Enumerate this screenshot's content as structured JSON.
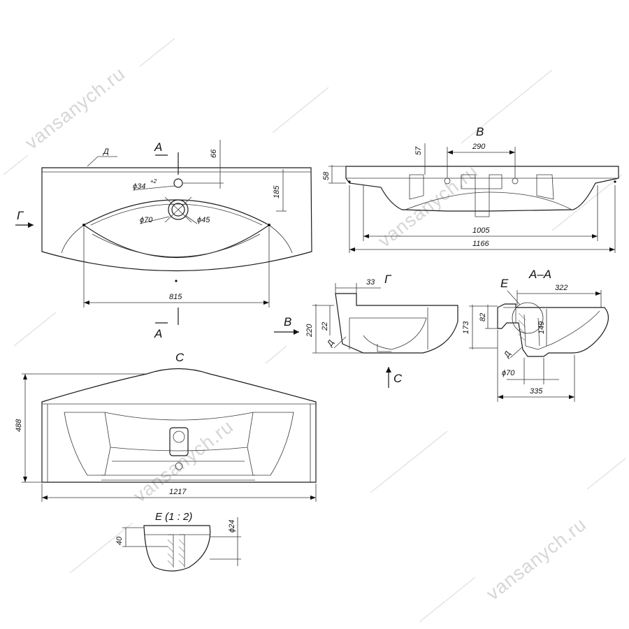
{
  "watermark": "vansanych.ru",
  "top_view": {
    "section_mark": "A",
    "section_mark_bottom": "A",
    "view_arrow": "Г",
    "detail_ref": "Д",
    "hole_mixer": "ϕ34",
    "hole_mixer_tol": "+2",
    "drain_outer": "ϕ70",
    "drain_inner": "ϕ45",
    "dim_66": "66",
    "dim_185": "185",
    "dim_815": "815"
  },
  "view_b": {
    "title": "B",
    "dim_57": "57",
    "dim_290": "290",
    "dim_58": "58",
    "dim_1005": "1005",
    "dim_1166": "1166"
  },
  "view_g": {
    "title": "Г",
    "arrow_b": "B",
    "arrow_c": "C",
    "detail_ref": "Д",
    "dim_33": "33",
    "dim_220": "220",
    "dim_22": "22"
  },
  "section_aa": {
    "title": "A–A",
    "detail_ref_e": "E",
    "detail_ref_d": "Д",
    "dim_322": "322",
    "dim_82": "82",
    "dim_173": "173",
    "dim_149": "149",
    "dim_70": "ϕ70",
    "dim_335": "335"
  },
  "view_c": {
    "title": "C",
    "dim_488": "488",
    "dim_1217": "1217"
  },
  "detail_e": {
    "title": "E (1 : 2)",
    "dim_40": "40",
    "dim_24": "ϕ24"
  }
}
